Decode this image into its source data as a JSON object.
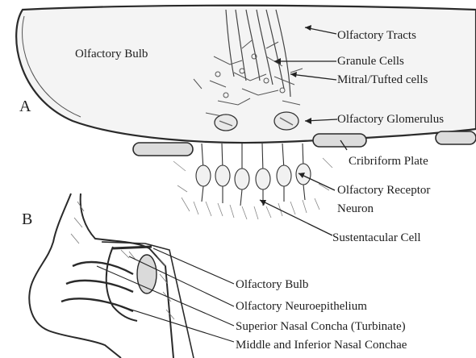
{
  "panel_a": {
    "letter": "A",
    "labels": {
      "bulb": "Olfactory Bulb",
      "tracts": "Olfactory Tracts",
      "granule": "Granule Cells",
      "mitral": "Mitral/Tufted cells",
      "glomerulus": "Olfactory Glomerulus",
      "cribriform": "Cribriform Plate",
      "receptor_line1": "Olfactory Receptor",
      "receptor_line2": "Neuron",
      "sustentacular": "Sustentacular Cell"
    }
  },
  "panel_b": {
    "letter": "B",
    "labels": {
      "bulb": "Olfactory Bulb",
      "neuroepithelium": "Olfactory Neuroepithelium",
      "superior": "Superior Nasal Concha (Turbinate)",
      "middle_inferior": "Middle and Inferior Nasal Conchae"
    }
  }
}
